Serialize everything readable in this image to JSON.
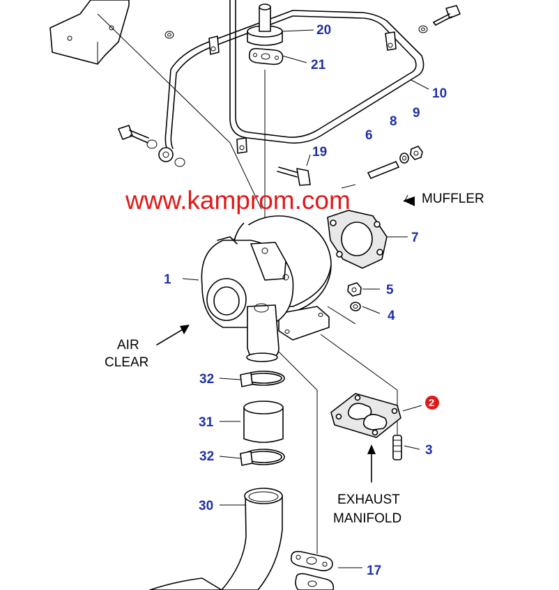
{
  "watermark": "www.kamprom.com",
  "labels": {
    "muffler": "MUFFLER",
    "air_clear_line1": "AIR",
    "air_clear_line2": "CLEAR",
    "exhaust_line1": "EXHAUST",
    "exhaust_line2": "MANIFOLD"
  },
  "callouts": {
    "p1": "1",
    "p2": "2",
    "p3": "3",
    "p4": "4",
    "p5": "5",
    "p6": "6",
    "p7": "7",
    "p8": "8",
    "p9": "9",
    "p10": "10",
    "p17": "17",
    "p19": "19",
    "p20": "20",
    "p21": "21",
    "p30": "30",
    "p31": "31",
    "p32a": "32",
    "p32b": "32"
  },
  "colors": {
    "callout": "#1f2fa8",
    "watermark": "#e01818",
    "highlight": "#e01818"
  }
}
